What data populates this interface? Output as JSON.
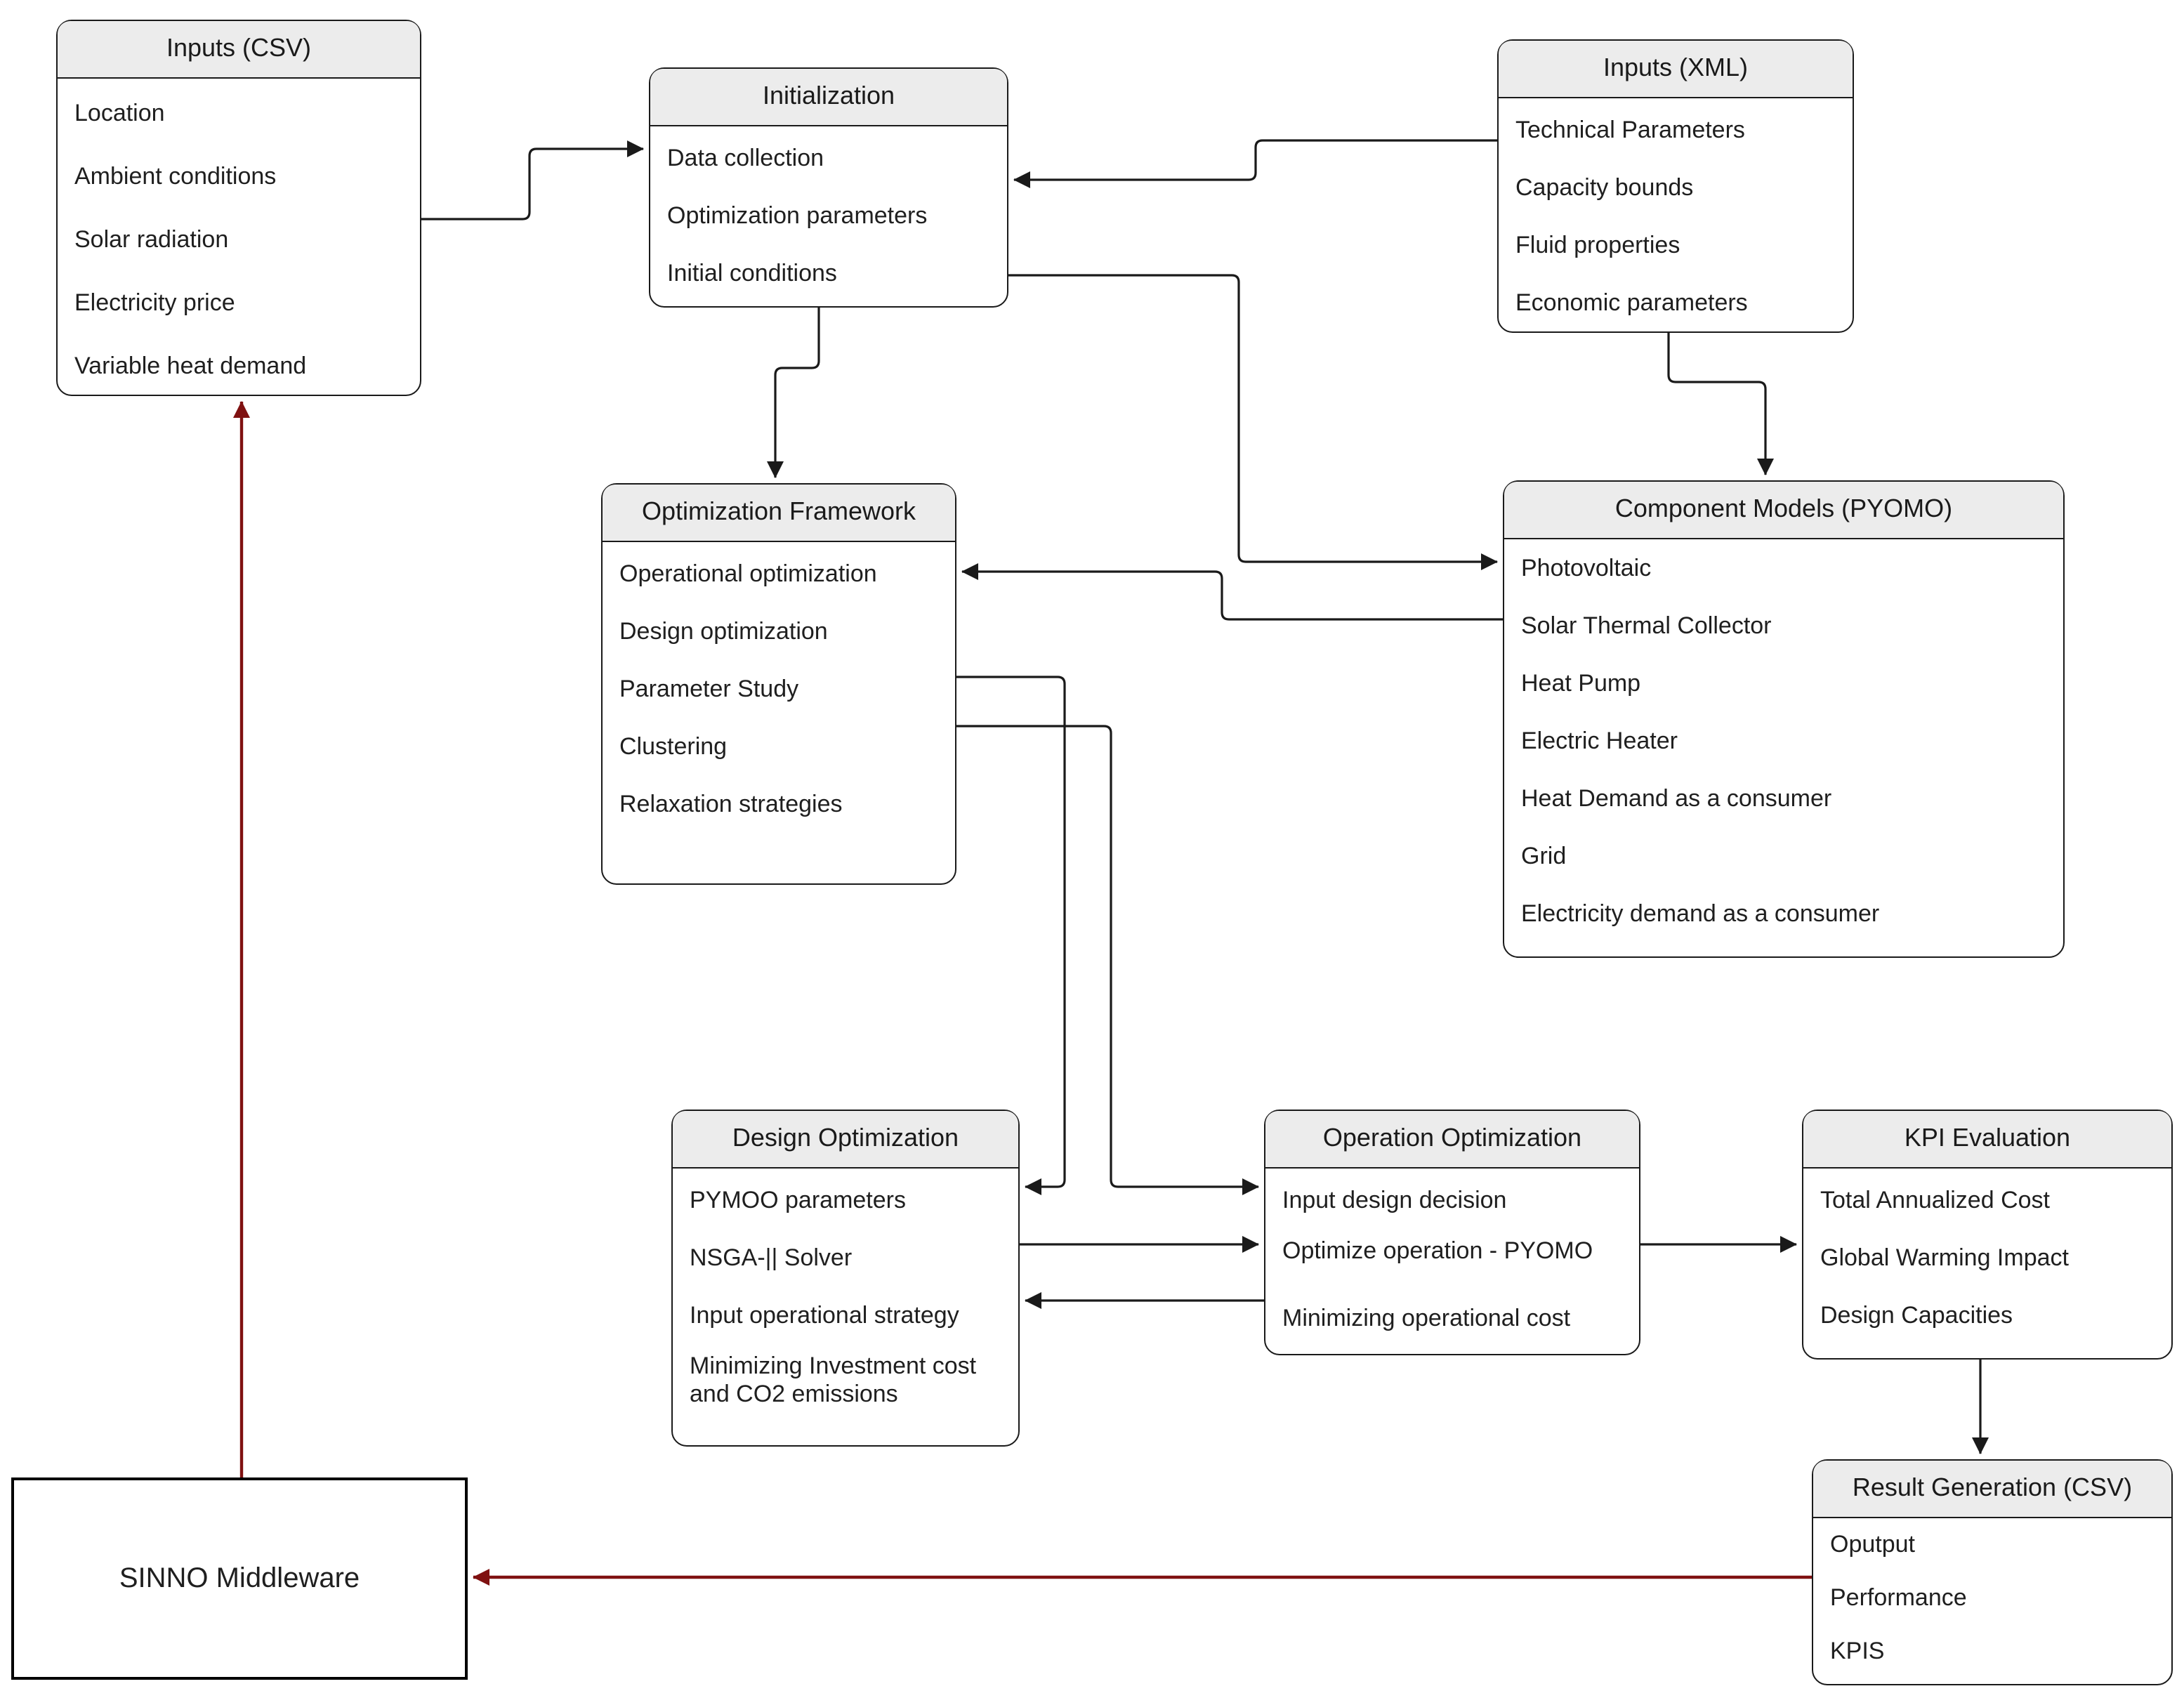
{
  "colors": {
    "header_fill": "#ececec",
    "box_border": "#1a1a1a",
    "connector": "#1a1a1a",
    "feedback": "#7f1111",
    "box_fill": "#ffffff",
    "canvas": "#ffffff"
  },
  "boxes": {
    "inputs_csv": {
      "title": "Inputs (CSV)",
      "items": [
        "Location",
        "Ambient conditions",
        "Solar radiation",
        "Electricity price",
        "Variable heat demand"
      ]
    },
    "initialization": {
      "title": "Initialization",
      "items": [
        "Data collection",
        "Optimization parameters",
        "Initial conditions"
      ]
    },
    "inputs_xml": {
      "title": "Inputs (XML)",
      "items": [
        "Technical Parameters",
        "Capacity bounds",
        "Fluid properties",
        "Economic parameters"
      ]
    },
    "optimization_framework": {
      "title": "Optimization Framework",
      "items": [
        "Operational optimization",
        "Design optimization",
        "Parameter Study",
        "Clustering",
        "Relaxation strategies"
      ]
    },
    "component_models": {
      "title": "Component Models (PYOMO)",
      "items": [
        "Photovoltaic",
        "Solar Thermal Collector",
        "Heat Pump",
        "Electric Heater",
        "Heat Demand as a consumer",
        "Grid",
        "Electricity demand as a consumer"
      ]
    },
    "design_optimization": {
      "title": "Design Optimization",
      "items": [
        "PYMOO parameters",
        "NSGA-|| Solver",
        "Input operational strategy",
        "Minimizing Investment cost and CO2 emissions"
      ]
    },
    "operation_optimization": {
      "title": "Operation Optimization",
      "items": [
        "Input design decision",
        "Optimize operation - PYOMO",
        "Minimizing operational cost"
      ]
    },
    "kpi_evaluation": {
      "title": "KPI Evaluation",
      "items": [
        "Total Annualized Cost",
        "Global Warming Impact",
        "Design Capacities"
      ]
    },
    "result_generation": {
      "title": "Result Generation (CSV)",
      "items": [
        "Oputput",
        "Performance",
        "KPIS"
      ]
    },
    "sinno": {
      "title": "SINNO Middleware"
    }
  }
}
